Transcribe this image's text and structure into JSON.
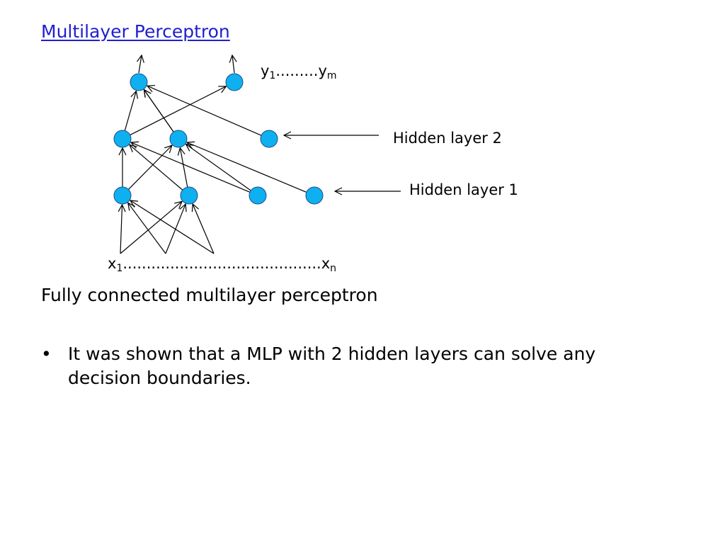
{
  "slide": {
    "title": "Multilayer Perceptron",
    "caption": "Fully connected multilayer perceptron",
    "bullets": [
      {
        "marker": "•",
        "text": "It was shown that a MLP with 2 hidden layers can solve any decision boundaries."
      }
    ]
  },
  "diagram": {
    "node_color": "#0fb0f0",
    "labels": {
      "outputs": {
        "y": "y",
        "first": "1",
        "dots": ".........",
        "last": "m"
      },
      "inputs": {
        "x": "x",
        "first": "1",
        "dots": "..........................................",
        "last": "n"
      },
      "hidden2": "Hidden layer 2",
      "hidden1": "Hidden layer 1"
    }
  }
}
